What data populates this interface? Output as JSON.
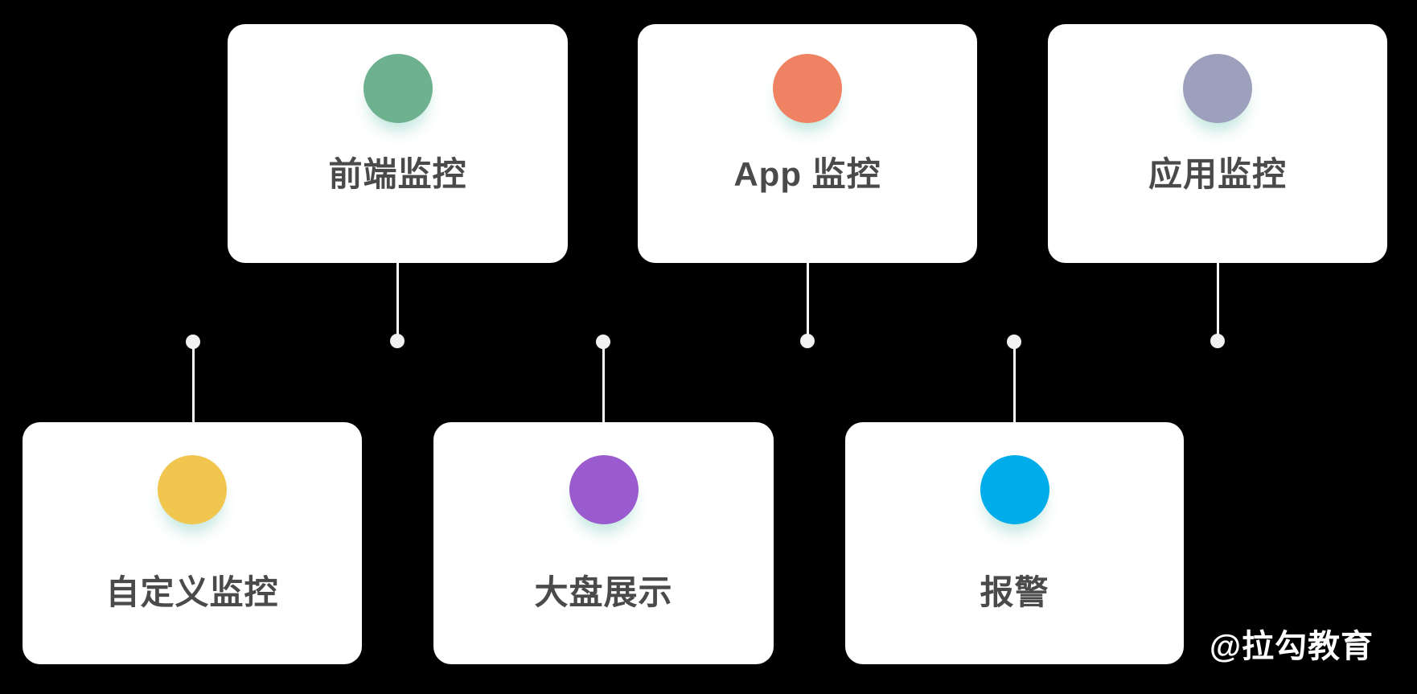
{
  "page": {
    "background_color": "#000000",
    "card_background_color": "#ffffff",
    "label_color": "#4a4a4a"
  },
  "cards": [
    {
      "label": "前端监控",
      "circle_color": "#6eb18f",
      "row": "top"
    },
    {
      "label": "App 监控",
      "circle_color": "#ef8262",
      "row": "top"
    },
    {
      "label": "应用监控",
      "circle_color": "#9da0bc",
      "row": "top"
    },
    {
      "label": "自定义监控",
      "circle_color": "#f0c64f",
      "row": "bottom"
    },
    {
      "label": "大盘展示",
      "circle_color": "#9a5bce",
      "row": "bottom"
    },
    {
      "label": "报警",
      "circle_color": "#00adea",
      "row": "bottom"
    }
  ],
  "connector": {
    "line_color": "#fafafa",
    "node_color": "#f1f1f1"
  },
  "watermark": {
    "text": "@拉勾教育",
    "color": "#ffffff"
  }
}
